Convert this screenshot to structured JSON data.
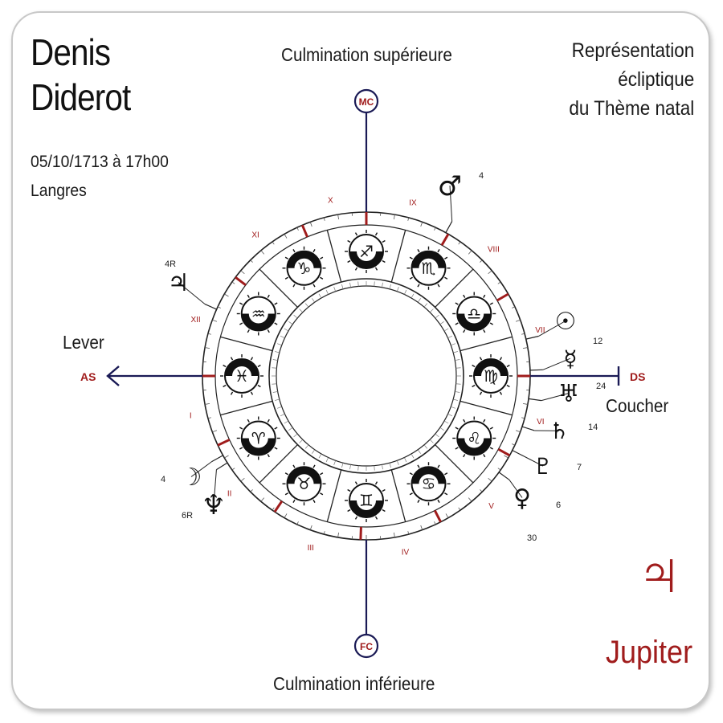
{
  "subject": {
    "first_name": "Denis",
    "last_name": "Diderot",
    "birth_datetime": "05/10/1713 à 17h00",
    "birth_place": "Langres"
  },
  "chart_title": [
    "Représentation",
    "écliptique",
    "du Thème natal"
  ],
  "axes": {
    "mc_label": "MC",
    "fc_label": "FC",
    "as_label": "AS",
    "ds_label": "DS",
    "upper_culmination": "Culmination supérieure",
    "lower_culmination": "Culmination inférieure",
    "rising": "Lever",
    "setting": "Coucher",
    "accent_color": "#a01c1c",
    "axis_color": "#1a1a55"
  },
  "houses": [
    "I",
    "II",
    "III",
    "IV",
    "V",
    "VI",
    "VII",
    "VIII",
    "IX",
    "X",
    "XI",
    "XII"
  ],
  "signs": [
    {
      "name": "pisces",
      "glyph": "♓"
    },
    {
      "name": "aquarius",
      "glyph": "♒"
    },
    {
      "name": "capricorn",
      "glyph": "♑"
    },
    {
      "name": "sagittarius",
      "glyph": "♐"
    },
    {
      "name": "scorpio",
      "glyph": "♏"
    },
    {
      "name": "libra",
      "glyph": "♎"
    },
    {
      "name": "virgo",
      "glyph": "♍"
    },
    {
      "name": "leo",
      "glyph": "♌"
    },
    {
      "name": "cancer",
      "glyph": "♋"
    },
    {
      "name": "gemini",
      "glyph": "♊"
    },
    {
      "name": "taurus",
      "glyph": "♉"
    },
    {
      "name": "aries",
      "glyph": "♈"
    }
  ],
  "planets": [
    {
      "name": "mars",
      "glyph": "♂",
      "degree": "4"
    },
    {
      "name": "jupiter",
      "glyph": "♃",
      "degree": "4R"
    },
    {
      "name": "sun",
      "glyph": "☉",
      "degree": "12"
    },
    {
      "name": "mercury",
      "glyph": "☿",
      "degree": "24"
    },
    {
      "name": "uranus",
      "glyph": "♅",
      "degree": "14"
    },
    {
      "name": "saturn",
      "glyph": "♄",
      "degree": "7"
    },
    {
      "name": "pluto",
      "glyph": "♇",
      "degree": "6"
    },
    {
      "name": "venus",
      "glyph": "♀",
      "degree": "30"
    },
    {
      "name": "moon",
      "glyph": "☽",
      "degree": "4"
    },
    {
      "name": "neptune",
      "glyph": "♆",
      "degree": "6R"
    }
  ],
  "highlight": {
    "planet_name": "Jupiter",
    "planet_glyph": "♃",
    "color": "#a01c1c"
  },
  "aspect_colors": {
    "tension": "#c02020",
    "harmony": "#2a2ad0"
  }
}
